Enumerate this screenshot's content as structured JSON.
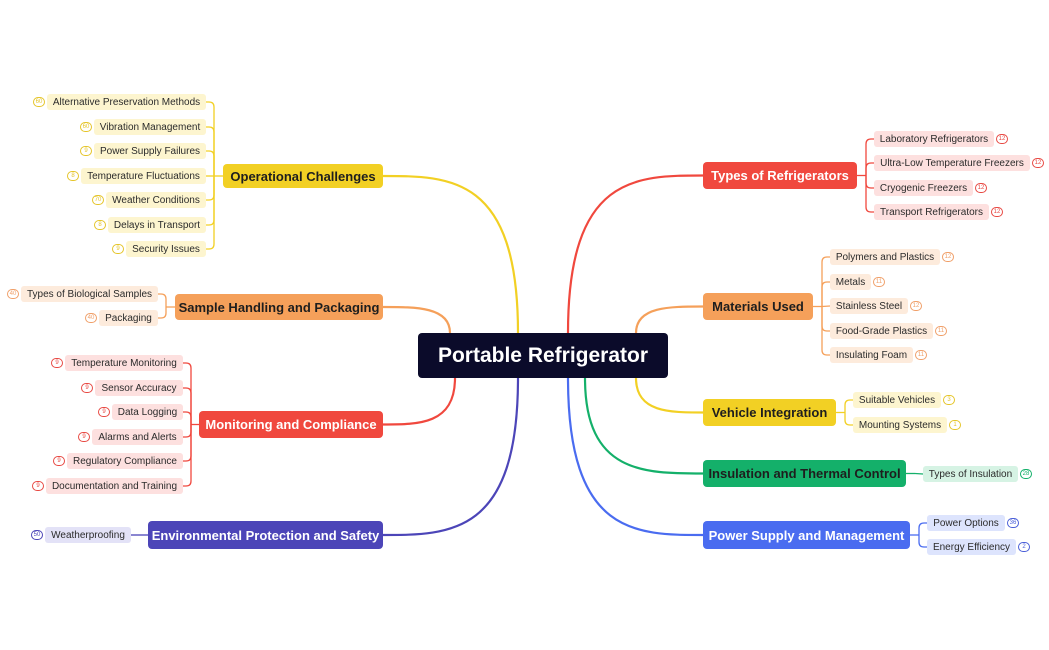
{
  "root": {
    "label": "Portable Refrigerator",
    "color": "#0b0b2a"
  },
  "branches": [
    {
      "id": "operational-challenges",
      "label": "Operational Challenges",
      "side": "left",
      "color": "#f2d024",
      "fill": "#fdf5cf",
      "badge_color": "#e5c52a",
      "text": "dark",
      "children": [
        {
          "label": "Alternative Preservation Methods",
          "count": "60"
        },
        {
          "label": "Vibration Management",
          "count": "60"
        },
        {
          "label": "Power Supply Failures",
          "count": "9"
        },
        {
          "label": "Temperature Fluctuations",
          "count": "8"
        },
        {
          "label": "Weather Conditions",
          "count": "70"
        },
        {
          "label": "Delays in Transport",
          "count": "8"
        },
        {
          "label": "Security Issues",
          "count": "9"
        }
      ]
    },
    {
      "id": "sample-handling-and-packaging",
      "label": "Sample Handling and Packaging",
      "side": "left",
      "color": "#f5a05a",
      "fill": "#fdebdc",
      "badge_color": "#f0a06a",
      "text": "dark",
      "children": [
        {
          "label": "Types of Biological Samples",
          "count": "40"
        },
        {
          "label": "Packaging",
          "count": "40"
        }
      ]
    },
    {
      "id": "monitoring-and-compliance",
      "label": "Monitoring and Compliance",
      "side": "left",
      "color": "#f0483e",
      "fill": "#fde0df",
      "badge_color": "#e84a44",
      "text": "light",
      "children": [
        {
          "label": "Temperature Monitoring",
          "count": "9"
        },
        {
          "label": "Sensor Accuracy",
          "count": "9"
        },
        {
          "label": "Data Logging",
          "count": "9"
        },
        {
          "label": "Alarms and Alerts",
          "count": "9"
        },
        {
          "label": "Regulatory Compliance",
          "count": "9"
        },
        {
          "label": "Documentation and Training",
          "count": "9"
        }
      ]
    },
    {
      "id": "environmental-protection-and-safety",
      "label": "Environmental Protection and Safety",
      "side": "left",
      "color": "#4c45b8",
      "fill": "#e3e2f7",
      "badge_color": "#4c45b8",
      "text": "light",
      "children": [
        {
          "label": "Weatherproofing",
          "count": "50"
        }
      ]
    },
    {
      "id": "types-of-refrigerators",
      "label": "Types of Refrigerators",
      "side": "right",
      "color": "#f0483e",
      "fill": "#fde0df",
      "badge_color": "#e84a44",
      "text": "light",
      "children": [
        {
          "label": "Laboratory Refrigerators",
          "count": "12"
        },
        {
          "label": "Ultra-Low Temperature Freezers",
          "count": "12"
        },
        {
          "label": "Cryogenic Freezers",
          "count": "12"
        },
        {
          "label": "Transport Refrigerators",
          "count": "12"
        }
      ]
    },
    {
      "id": "materials-used",
      "label": "Materials Used",
      "side": "right",
      "color": "#f5a05a",
      "fill": "#fdebdc",
      "badge_color": "#f0a06a",
      "text": "dark",
      "children": [
        {
          "label": "Polymers and Plastics",
          "count": "12"
        },
        {
          "label": "Metals",
          "count": "11"
        },
        {
          "label": "Stainless Steel",
          "count": "12"
        },
        {
          "label": "Food-Grade Plastics",
          "count": "11"
        },
        {
          "label": "Insulating Foam",
          "count": "11"
        }
      ]
    },
    {
      "id": "vehicle-integration",
      "label": "Vehicle Integration",
      "side": "right",
      "color": "#f2d024",
      "fill": "#fdf5cf",
      "badge_color": "#e5c52a",
      "text": "dark",
      "children": [
        {
          "label": "Suitable Vehicles",
          "count": "3"
        },
        {
          "label": "Mounting Systems",
          "count": "1"
        }
      ]
    },
    {
      "id": "insulation-and-thermal-control",
      "label": "Insulation and Thermal Control",
      "side": "right",
      "color": "#14b06a",
      "fill": "#d6f3e4",
      "badge_color": "#14b06a",
      "text": "dark",
      "children": [
        {
          "label": "Types of Insulation",
          "count": "28"
        }
      ]
    },
    {
      "id": "power-supply-and-management",
      "label": "Power Supply and Management",
      "side": "right",
      "color": "#4a6cf0",
      "fill": "#dde4fd",
      "badge_color": "#4a5fd8",
      "text": "light",
      "children": [
        {
          "label": "Power Options",
          "count": "36"
        },
        {
          "label": "Energy Efficiency",
          "count": "2"
        }
      ]
    }
  ]
}
